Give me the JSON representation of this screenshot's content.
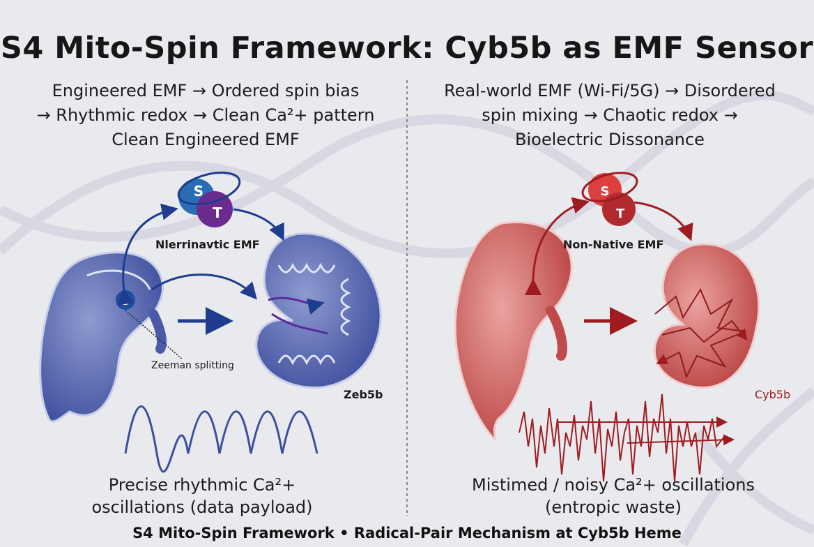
{
  "title": "S4 Mito-Spin Framework: Cyb5b as EMF Sensor",
  "left_panel": {
    "subtitle_lines": [
      "Engineered EMF → Ordered spin bias",
      "→ Rhythmic redox → Clean Ca²+ pattern",
      "Clean Engineered EMF"
    ],
    "emf_label": "Nlerrinavtic EMF",
    "spin_labels": {
      "singlet": "S",
      "triplet": "T",
      "heme": "S"
    },
    "zeeman_label": "Zeeman splitting",
    "protein_label": "Zeb5b",
    "caption_lines": [
      "Precise rhythmic Ca²+",
      "oscillations (data payload)"
    ],
    "color": "#3d4f9e"
  },
  "right_panel": {
    "subtitle_lines": [
      "Real-world EMF (Wi-Fi/5G) → Disordered",
      "spin mixing → Chaotic redox →",
      "Bioelectric Dissonance"
    ],
    "emf_label": "Non-Native EMF",
    "spin_labels": {
      "singlet": "S",
      "triplet": "T"
    },
    "protein_label": "Cyb5b",
    "caption_lines": [
      "Mistimed / noisy Ca²+ oscillations",
      "(entropic waste)"
    ],
    "color": "#b0252a"
  },
  "footer": "S4 Mito-Spin Framework • Radical-Pair Mechanism at Cyb5b Heme"
}
